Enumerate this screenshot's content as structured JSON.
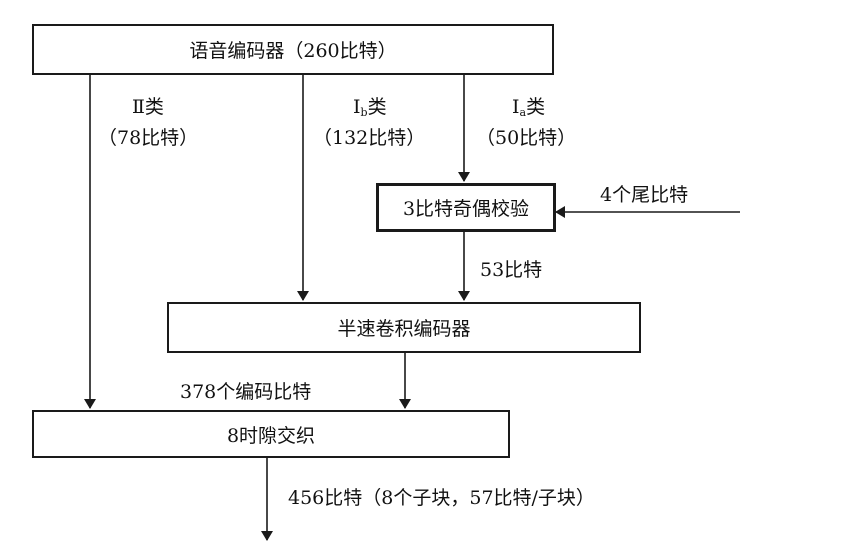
{
  "diagram": {
    "speech_encoder": "语音编码器（260比特）",
    "parity_check": "3比特奇偶校验",
    "conv_encoder": "半速卷积编码器",
    "interleave": "8时隙交织",
    "class2_label": "Ⅱ类",
    "class2_bits": "（78比特）",
    "class1b_main": "I",
    "class1b_sub": "b",
    "class1b_suffix": "类",
    "class1b_bits": "（132比特）",
    "class1a_main": "I",
    "class1a_sub": "a",
    "class1a_suffix": "类",
    "class1a_bits": "（50比特）",
    "tail_bits": "4个尾比特",
    "bits_53": "53比特",
    "coded_bits": "378个编码比特",
    "output_bits": "456比特（8个子块，57比特/子块）"
  }
}
